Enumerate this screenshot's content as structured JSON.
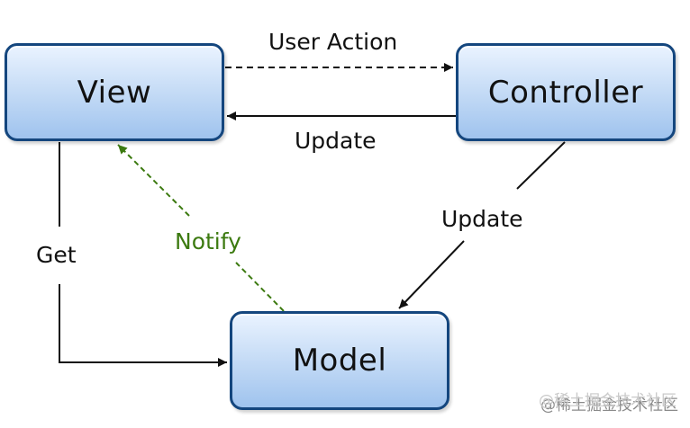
{
  "nodes": {
    "view": "View",
    "controller": "Controller",
    "model": "Model"
  },
  "edges": {
    "user_action": "User Action",
    "update_to_view": "Update",
    "update_to_model": "Update",
    "get": "Get",
    "notify": "Notify"
  },
  "watermark": "@稀土掘金技术社区",
  "colors": {
    "box_border": "#14467e",
    "box_fill_top": "#eaf3ff",
    "box_fill_bottom": "#9fc3ee",
    "arrow": "#111111",
    "notify": "#3c7a10"
  }
}
